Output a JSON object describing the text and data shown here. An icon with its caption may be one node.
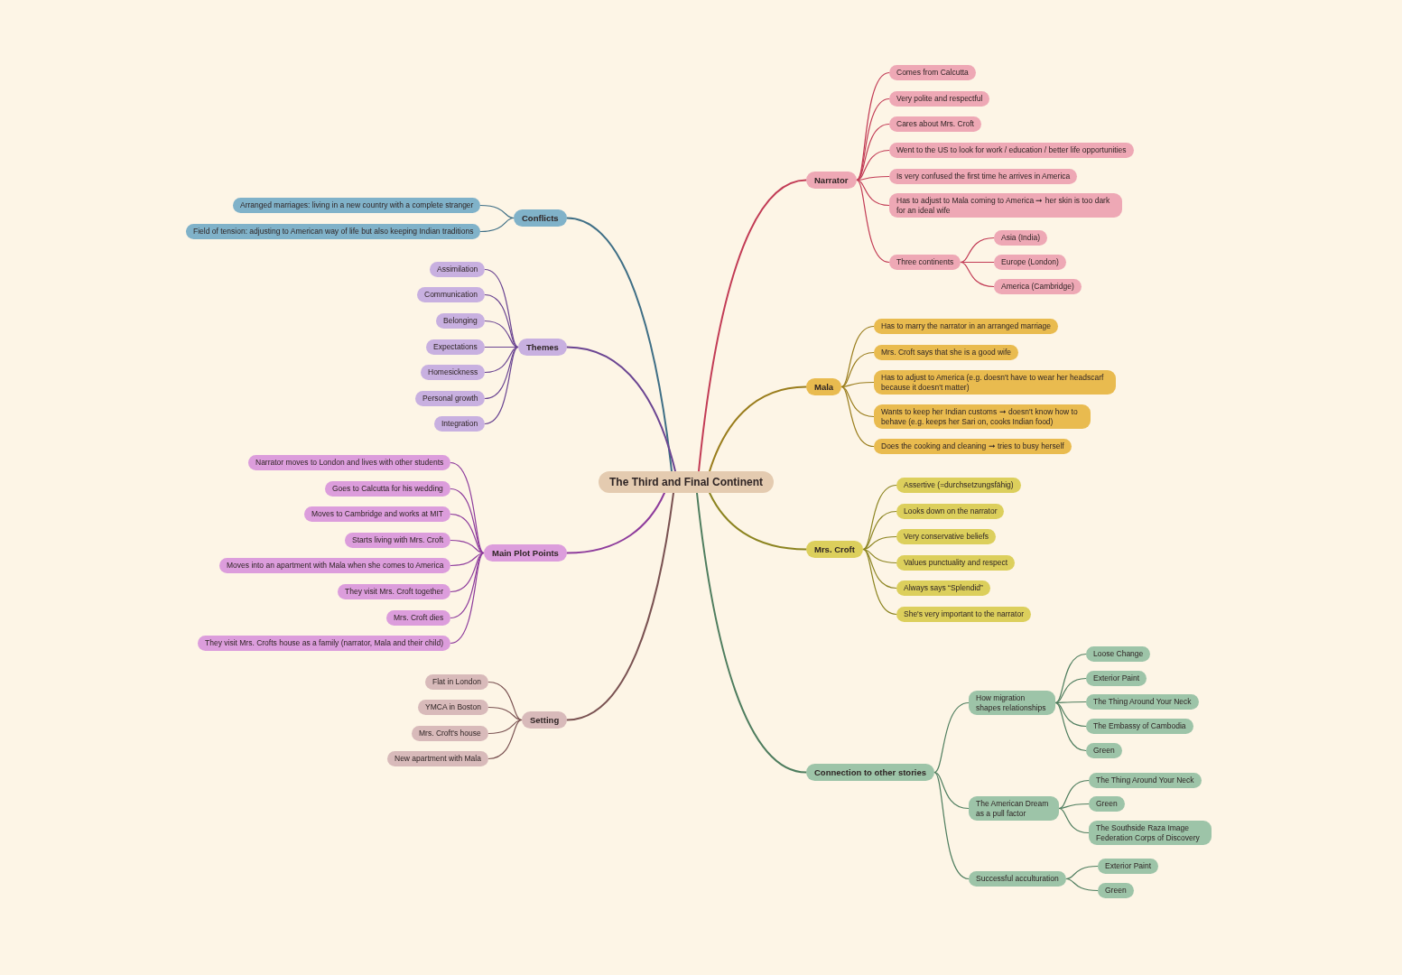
{
  "diagram": {
    "nodes": [
      {
        "text": [
          "The Third and Final Continent"
        ]
      },
      {
        "text": [
          "Narrator"
        ]
      },
      {
        "text": [
          "Comes from Calcutta"
        ]
      },
      {
        "text": [
          "Very polite and respectful"
        ]
      },
      {
        "text": [
          "Cares about Mrs. Croft"
        ]
      },
      {
        "text": [
          "Went to the US to look for work / education / better life opportunities"
        ]
      },
      {
        "text": [
          "Is very confused the first time he arrives in America"
        ]
      },
      {
        "text": [
          "Has to adjust to Mala coming to America ➞ her skin is too dark for an ideal wife"
        ]
      },
      {
        "text": [
          "Three continents"
        ]
      },
      {
        "text": [
          "Asia (India)"
        ]
      },
      {
        "text": [
          "Europe (London)"
        ]
      },
      {
        "text": [
          "America (Cambridge)"
        ]
      },
      {
        "text": [
          "Mala"
        ]
      },
      {
        "text": [
          "Has to marry the narrator in an arranged marriage"
        ]
      },
      {
        "text": [
          "Mrs. Croft says that she is a good wife"
        ]
      },
      {
        "text": [
          "Has to adjust to America (e.g. doesn't have to wear her headscarf because it doesn't matter)"
        ]
      },
      {
        "text": [
          "Wants to keep her Indian customs ➞ doesn't know how to behave (e.g. keeps her Sari on, cooks Indian food)"
        ]
      },
      {
        "text": [
          "Does the cooking and cleaning ➞ tries to busy herself"
        ]
      },
      {
        "text": [
          "Mrs. Croft"
        ]
      },
      {
        "text": [
          "Assertive (=durchsetzungsfähig)"
        ]
      },
      {
        "text": [
          "Looks down on the narrator"
        ]
      },
      {
        "text": [
          "Very conservative beliefs"
        ]
      },
      {
        "text": [
          "Values punctuality and respect"
        ]
      },
      {
        "text": [
          "Always says “Splendid”"
        ]
      },
      {
        "text": [
          "She's very important to the narrator"
        ]
      },
      {
        "text": [
          "Connection to other stories"
        ]
      },
      {
        "text": [
          "How migration shapes relationships"
        ]
      },
      {
        "text": [
          "Loose Change"
        ]
      },
      {
        "text": [
          "Exterior Paint"
        ]
      },
      {
        "text": [
          "The Thing Around Your Neck"
        ]
      },
      {
        "text": [
          "The Embassy of Cambodia"
        ]
      },
      {
        "text": [
          "Green"
        ]
      },
      {
        "text": [
          "The American Dream as a pull factor"
        ]
      },
      {
        "text": [
          "The Thing Around Your Neck"
        ]
      },
      {
        "text": [
          "Green"
        ]
      },
      {
        "text": [
          "The Southside Raza Image Federation Corps of Discovery"
        ]
      },
      {
        "text": [
          "Successful acculturation"
        ]
      },
      {
        "text": [
          "Exterior Paint"
        ]
      },
      {
        "text": [
          "Green"
        ]
      },
      {
        "text": [
          "Conflicts"
        ]
      },
      {
        "text": [
          "Arranged marriages: living in a new country with a complete stranger"
        ]
      },
      {
        "text": [
          "Field of tension: adjusting to American way of life but also keeping Indian traditions"
        ]
      },
      {
        "text": [
          "Themes"
        ]
      },
      {
        "text": [
          "Assimilation"
        ]
      },
      {
        "text": [
          "Communication"
        ]
      },
      {
        "text": [
          "Belonging"
        ]
      },
      {
        "text": [
          "Expectations"
        ]
      },
      {
        "text": [
          "Homesickness"
        ]
      },
      {
        "text": [
          "Personal growth"
        ]
      },
      {
        "text": [
          "Integration"
        ]
      },
      {
        "text": [
          "Main Plot Points"
        ]
      },
      {
        "text": [
          "Narrator moves to London and lives with other students"
        ]
      },
      {
        "text": [
          "Goes to Calcutta for his wedding"
        ]
      },
      {
        "text": [
          "Moves to Cambridge and works at MIT"
        ]
      },
      {
        "text": [
          "Starts living with Mrs. Croft"
        ]
      },
      {
        "text": [
          "Moves into an apartment with Mala when she comes to America"
        ]
      },
      {
        "text": [
          "They visit Mrs. Croft together"
        ]
      },
      {
        "text": [
          "Mrs. Croft dies"
        ]
      },
      {
        "text": [
          "They visit Mrs. Crofts house as a family (narrator, Mala and their child)"
        ]
      },
      {
        "text": [
          "Setting"
        ]
      },
      {
        "text": [
          "Flat in London"
        ]
      },
      {
        "text": [
          "YMCA in Boston"
        ]
      },
      {
        "text": [
          "Mrs. Croft's house"
        ]
      },
      {
        "text": [
          "New apartment with Mala"
        ]
      }
    ],
    "edges": [
      {
        "from": 0,
        "to": 1,
        "arrow": "none",
        "color": "#c23b55"
      },
      {
        "from": 1,
        "to": 2,
        "arrow": "none",
        "color": "#c23b55"
      },
      {
        "from": 1,
        "to": 3,
        "arrow": "none",
        "color": "#c23b55"
      },
      {
        "from": 1,
        "to": 4,
        "arrow": "none",
        "color": "#c23b55"
      },
      {
        "from": 1,
        "to": 5,
        "arrow": "none",
        "color": "#c23b55"
      },
      {
        "from": 1,
        "to": 6,
        "arrow": "none",
        "color": "#c23b55"
      },
      {
        "from": 1,
        "to": 7,
        "arrow": "none",
        "color": "#c23b55"
      },
      {
        "from": 1,
        "to": 8,
        "arrow": "none",
        "color": "#c23b55"
      },
      {
        "from": 8,
        "to": 9,
        "arrow": "none",
        "color": "#c23b55"
      },
      {
        "from": 8,
        "to": 10,
        "arrow": "none",
        "color": "#c23b55"
      },
      {
        "from": 8,
        "to": 11,
        "arrow": "none",
        "color": "#c23b55"
      },
      {
        "from": 0,
        "to": 12,
        "arrow": "none",
        "color": "#9a7d1c"
      },
      {
        "from": 12,
        "to": 13,
        "arrow": "none",
        "color": "#9a7d1c"
      },
      {
        "from": 12,
        "to": 14,
        "arrow": "none",
        "color": "#9a7d1c"
      },
      {
        "from": 12,
        "to": 15,
        "arrow": "none",
        "color": "#9a7d1c"
      },
      {
        "from": 12,
        "to": 16,
        "arrow": "none",
        "color": "#9a7d1c"
      },
      {
        "from": 12,
        "to": 17,
        "arrow": "none",
        "color": "#9a7d1c"
      },
      {
        "from": 0,
        "to": 18,
        "arrow": "none",
        "color": "#8c8420"
      },
      {
        "from": 18,
        "to": 19,
        "arrow": "none",
        "color": "#8c8420"
      },
      {
        "from": 18,
        "to": 20,
        "arrow": "none",
        "color": "#8c8420"
      },
      {
        "from": 18,
        "to": 21,
        "arrow": "none",
        "color": "#8c8420"
      },
      {
        "from": 18,
        "to": 22,
        "arrow": "none",
        "color": "#8c8420"
      },
      {
        "from": 18,
        "to": 23,
        "arrow": "none",
        "color": "#8c8420"
      },
      {
        "from": 18,
        "to": 24,
        "arrow": "none",
        "color": "#8c8420"
      },
      {
        "from": 0,
        "to": 25,
        "arrow": "none",
        "color": "#4e7d5e"
      },
      {
        "from": 25,
        "to": 26,
        "arrow": "none",
        "color": "#4e7d5e"
      },
      {
        "from": 26,
        "to": 27,
        "arrow": "none",
        "color": "#4e7d5e"
      },
      {
        "from": 26,
        "to": 28,
        "arrow": "none",
        "color": "#4e7d5e"
      },
      {
        "from": 26,
        "to": 29,
        "arrow": "none",
        "color": "#4e7d5e"
      },
      {
        "from": 26,
        "to": 30,
        "arrow": "none",
        "color": "#4e7d5e"
      },
      {
        "from": 26,
        "to": 31,
        "arrow": "none",
        "color": "#4e7d5e"
      },
      {
        "from": 25,
        "to": 32,
        "arrow": "none",
        "color": "#4e7d5e"
      },
      {
        "from": 32,
        "to": 33,
        "arrow": "none",
        "color": "#4e7d5e"
      },
      {
        "from": 32,
        "to": 34,
        "arrow": "none",
        "color": "#4e7d5e"
      },
      {
        "from": 32,
        "to": 35,
        "arrow": "none",
        "color": "#4e7d5e"
      },
      {
        "from": 25,
        "to": 36,
        "arrow": "none",
        "color": "#4e7d5e"
      },
      {
        "from": 36,
        "to": 37,
        "arrow": "none",
        "color": "#4e7d5e"
      },
      {
        "from": 36,
        "to": 38,
        "arrow": "none",
        "color": "#4e7d5e"
      },
      {
        "from": 0,
        "to": 39,
        "arrow": "none",
        "color": "#3f6f86"
      },
      {
        "from": 39,
        "to": 40,
        "arrow": "none",
        "color": "#3f6f86"
      },
      {
        "from": 39,
        "to": 41,
        "arrow": "none",
        "color": "#3f6f86"
      },
      {
        "from": 0,
        "to": 42,
        "arrow": "none",
        "color": "#6b4592"
      },
      {
        "from": 42,
        "to": 43,
        "arrow": "none",
        "color": "#6b4592"
      },
      {
        "from": 42,
        "to": 44,
        "arrow": "none",
        "color": "#6b4592"
      },
      {
        "from": 42,
        "to": 45,
        "arrow": "none",
        "color": "#6b4592"
      },
      {
        "from": 42,
        "to": 46,
        "arrow": "none",
        "color": "#6b4592"
      },
      {
        "from": 42,
        "to": 47,
        "arrow": "none",
        "color": "#6b4592"
      },
      {
        "from": 42,
        "to": 48,
        "arrow": "none",
        "color": "#6b4592"
      },
      {
        "from": 42,
        "to": 49,
        "arrow": "none",
        "color": "#6b4592"
      },
      {
        "from": 0,
        "to": 50,
        "arrow": "none",
        "color": "#8e3c9c"
      },
      {
        "from": 50,
        "to": 51,
        "arrow": "none",
        "color": "#8e3c9c"
      },
      {
        "from": 50,
        "to": 52,
        "arrow": "none",
        "color": "#8e3c9c"
      },
      {
        "from": 50,
        "to": 53,
        "arrow": "none",
        "color": "#8e3c9c"
      },
      {
        "from": 50,
        "to": 54,
        "arrow": "none",
        "color": "#8e3c9c"
      },
      {
        "from": 50,
        "to": 55,
        "arrow": "none",
        "color": "#8e3c9c"
      },
      {
        "from": 50,
        "to": 56,
        "arrow": "none",
        "color": "#8e3c9c"
      },
      {
        "from": 50,
        "to": 57,
        "arrow": "none",
        "color": "#8e3c9c"
      },
      {
        "from": 50,
        "to": 58,
        "arrow": "none",
        "color": "#8e3c9c"
      },
      {
        "from": 0,
        "to": 59,
        "arrow": "none",
        "color": "#7a5252"
      },
      {
        "from": 59,
        "to": 60,
        "arrow": "none",
        "color": "#7a5252"
      },
      {
        "from": 59,
        "to": 61,
        "arrow": "none",
        "color": "#7a5252"
      },
      {
        "from": 59,
        "to": 62,
        "arrow": "none",
        "color": "#7a5252"
      },
      {
        "from": 59,
        "to": 63,
        "arrow": "none",
        "color": "#7a5252"
      }
    ]
  }
}
